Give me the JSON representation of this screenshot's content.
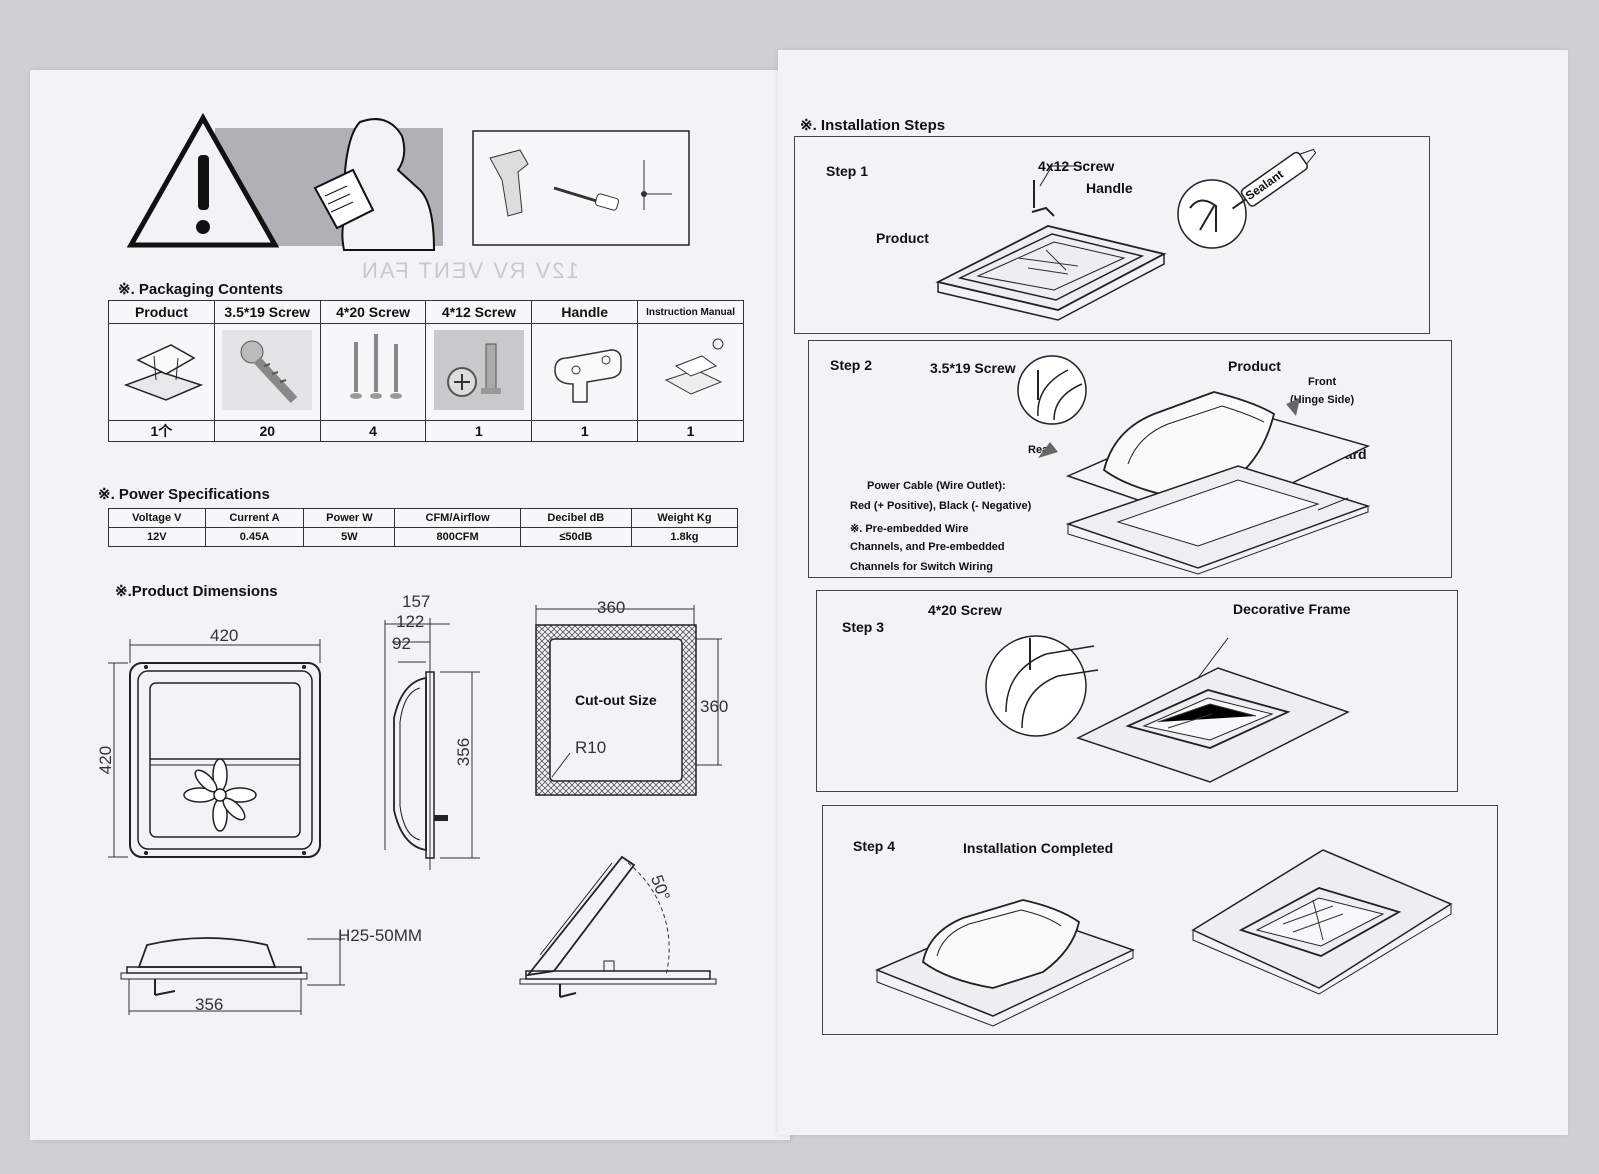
{
  "packaging": {
    "title": "※. Packaging Contents",
    "headers": [
      "Product",
      "3.5*19 Screw",
      "4*20 Screw",
      "4*12 Screw",
      "Handle",
      "Instruction Manual"
    ],
    "quantities": [
      "1个",
      "20",
      "4",
      "1",
      "1",
      "1"
    ]
  },
  "power": {
    "title": "※. Power Specifications",
    "headers": [
      "Voltage V",
      "Current A",
      "Power W",
      "CFM/Airflow",
      "Decibel dB",
      "Weight Kg"
    ],
    "values": [
      "12V",
      "0.45A",
      "5W",
      "800CFM",
      "≤50dB",
      "1.8kg"
    ]
  },
  "dimensions": {
    "title": "※.Product Dimensions",
    "front_width": "420",
    "front_height": "420",
    "side_157": "157",
    "side_122": "122",
    "side_92": "92",
    "side_356": "356",
    "cutout_width": "360",
    "cutout_height": "360",
    "cutout_label": "Cut-out Size",
    "cutout_radius": "R10",
    "bottom_height": "H25-50MM",
    "bottom_width": "356",
    "open_angle": "50°"
  },
  "install": {
    "title": "※. Installation Steps",
    "step1": {
      "label": "Step 1",
      "screw": "4x12 Screw",
      "handle": "Handle",
      "product": "Product",
      "sealant": "Sealant"
    },
    "step2": {
      "label": "Step 2",
      "screw": "3.5*19 Screw",
      "product": "Product",
      "front": "Front",
      "hinge": "(Hinge Side)",
      "rear": "Rear",
      "wall_board": "Wall Board",
      "cable_1": "Power Cable  (Wire Outlet):",
      "cable_2": "Red (+ Positive), Black (- Negative)",
      "pre_1": "※. Pre-embedded Wire",
      "pre_2": "Channels,   and Pre-embedded",
      "pre_3": "Channels for Switch Wiring"
    },
    "step3": {
      "label": "Step 3",
      "screw": "4*20 Screw",
      "frame": "Decorative Frame"
    },
    "step4": {
      "label": "Step 4",
      "completed": "Installation Completed"
    }
  }
}
